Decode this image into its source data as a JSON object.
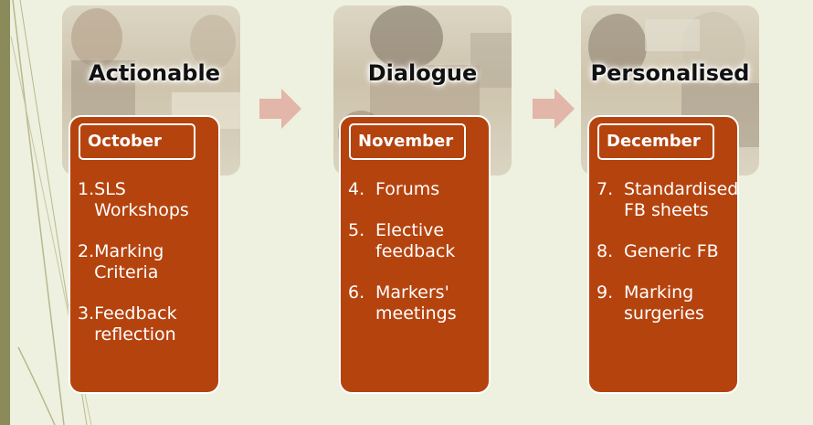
{
  "columns": [
    {
      "heading": "Actionable",
      "month": "October",
      "items": [
        {
          "num": "1.",
          "text": "SLS Workshops"
        },
        {
          "num": "2.",
          "text": "Marking Criteria"
        },
        {
          "num": "3.",
          "text": "Feedback reflection"
        }
      ]
    },
    {
      "heading": "Dialogue",
      "month": "November",
      "items": [
        {
          "num": "4.",
          "text": "Forums"
        },
        {
          "num": "5.",
          "text": "Elective feedback"
        },
        {
          "num": "6.",
          "text": "Markers' meetings"
        }
      ]
    },
    {
      "heading": "Personalised",
      "month": "December",
      "items": [
        {
          "num": "7.",
          "text": "Standardised FB sheets"
        },
        {
          "num": "8.",
          "text": "Generic FB"
        },
        {
          "num": "9.",
          "text": "Marking surgeries"
        }
      ]
    }
  ],
  "colors": {
    "background": "#eef1df",
    "card": "#b5430e",
    "arrow": "#e2b6a8",
    "accent_bar": "#8a8a5a"
  }
}
